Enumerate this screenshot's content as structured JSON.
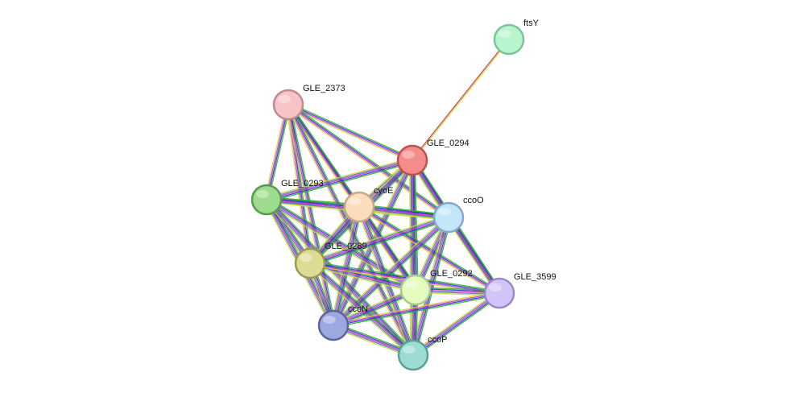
{
  "network": {
    "evidence_colors": [
      "#28b228",
      "#3333cc",
      "#cc33cc",
      "#5577aa",
      "#c8d838"
    ],
    "nodes": [
      {
        "id": "ftsY",
        "label": "ftsY",
        "fill": "#b8f5cf",
        "stroke": "#7ac499"
      },
      {
        "id": "GLE_2373",
        "label": "GLE_2373",
        "fill": "#f7c4c6",
        "stroke": "#c08a8e"
      },
      {
        "id": "GLE_0294",
        "label": "GLE_0294",
        "fill": "#f58c8c",
        "stroke": "#c05050"
      },
      {
        "id": "GLE_0293",
        "label": "GLE_0293",
        "fill": "#9ddc8e",
        "stroke": "#5a9a50"
      },
      {
        "id": "cyoE",
        "label": "cyoE",
        "fill": "#fcdcbc",
        "stroke": "#c8a888"
      },
      {
        "id": "ccoO",
        "label": "ccoO",
        "fill": "#c4e6fa",
        "stroke": "#82aac8"
      },
      {
        "id": "GLE_0289",
        "label": "GLE_0289",
        "fill": "#dcdc94",
        "stroke": "#9a9a58"
      },
      {
        "id": "GLE_0292",
        "label": "GLE_0292",
        "fill": "#e4fcc0",
        "stroke": "#aac890"
      },
      {
        "id": "GLE_3599",
        "label": "GLE_3599",
        "fill": "#d2c4f8",
        "stroke": "#9888c8"
      },
      {
        "id": "ccoN",
        "label": "ccoN",
        "fill": "#9ca8e0",
        "stroke": "#5a64a0"
      },
      {
        "id": "ccoP",
        "label": "ccoP",
        "fill": "#9cdcd2",
        "stroke": "#5aa098"
      }
    ],
    "edges": [
      {
        "source": "ftsY",
        "target": "GLE_0294",
        "colors": [
          "#c8d838",
          "#cc3333"
        ]
      },
      {
        "source": "GLE_2373",
        "target": "GLE_0294",
        "colors": [
          "#28b228",
          "#3333cc",
          "#cc33cc",
          "#c8d838"
        ]
      },
      {
        "source": "GLE_2373",
        "target": "GLE_0293",
        "colors": [
          "#28b228",
          "#3333cc",
          "#cc33cc",
          "#c8d838"
        ]
      },
      {
        "source": "GLE_2373",
        "target": "cyoE",
        "colors": [
          "#28b228",
          "#3333cc",
          "#cc33cc",
          "#c8d838"
        ]
      },
      {
        "source": "GLE_2373",
        "target": "ccoO",
        "colors": [
          "#28b228",
          "#3333cc",
          "#cc33cc",
          "#c8d838"
        ]
      },
      {
        "source": "GLE_2373",
        "target": "GLE_0289",
        "colors": [
          "#28b228",
          "#3333cc",
          "#cc33cc",
          "#c8d838"
        ]
      },
      {
        "source": "GLE_2373",
        "target": "GLE_0292",
        "colors": [
          "#28b228",
          "#3333cc",
          "#cc33cc",
          "#c8d838"
        ]
      },
      {
        "source": "GLE_2373",
        "target": "ccoN",
        "colors": [
          "#28b228",
          "#3333cc",
          "#cc33cc",
          "#c8d838"
        ]
      },
      {
        "source": "GLE_2373",
        "target": "ccoP",
        "colors": [
          "#28b228",
          "#3333cc",
          "#cc33cc",
          "#c8d838"
        ]
      },
      {
        "source": "GLE_0294",
        "target": "GLE_0293",
        "colors": [
          "#28b228",
          "#3333cc",
          "#cc33cc",
          "#5577aa",
          "#c8d838"
        ]
      },
      {
        "source": "GLE_0294",
        "target": "cyoE",
        "colors": [
          "#28b228",
          "#3333cc",
          "#cc33cc",
          "#5577aa",
          "#c8d838"
        ]
      },
      {
        "source": "GLE_0294",
        "target": "ccoO",
        "colors": [
          "#28b228",
          "#3333cc",
          "#cc33cc",
          "#5577aa",
          "#c8d838"
        ]
      },
      {
        "source": "GLE_0294",
        "target": "GLE_0289",
        "colors": [
          "#28b228",
          "#3333cc",
          "#cc33cc",
          "#5577aa",
          "#c8d838"
        ]
      },
      {
        "source": "GLE_0294",
        "target": "GLE_0292",
        "colors": [
          "#28b228",
          "#3333cc",
          "#cc33cc",
          "#5577aa",
          "#c8d838"
        ]
      },
      {
        "source": "GLE_0294",
        "target": "GLE_3599",
        "colors": [
          "#28b228",
          "#3333cc",
          "#cc33cc",
          "#5577aa",
          "#c8d838"
        ]
      },
      {
        "source": "GLE_0294",
        "target": "ccoN",
        "colors": [
          "#28b228",
          "#3333cc",
          "#cc33cc",
          "#5577aa",
          "#c8d838"
        ]
      },
      {
        "source": "GLE_0294",
        "target": "ccoP",
        "colors": [
          "#28b228",
          "#3333cc",
          "#cc33cc",
          "#5577aa",
          "#c8d838"
        ]
      },
      {
        "source": "GLE_0293",
        "target": "cyoE",
        "colors": [
          "#28b228",
          "#3333cc",
          "#cc33cc",
          "#5577aa",
          "#c8d838"
        ]
      },
      {
        "source": "GLE_0293",
        "target": "ccoO",
        "colors": [
          "#28b228",
          "#3333cc",
          "#cc33cc",
          "#5577aa",
          "#c8d838"
        ]
      },
      {
        "source": "GLE_0293",
        "target": "GLE_0289",
        "colors": [
          "#28b228",
          "#3333cc",
          "#cc33cc",
          "#5577aa",
          "#c8d838"
        ]
      },
      {
        "source": "GLE_0293",
        "target": "GLE_0292",
        "colors": [
          "#28b228",
          "#3333cc",
          "#cc33cc",
          "#5577aa",
          "#c8d838"
        ]
      },
      {
        "source": "GLE_0293",
        "target": "ccoN",
        "colors": [
          "#28b228",
          "#3333cc",
          "#cc33cc",
          "#5577aa",
          "#c8d838"
        ]
      },
      {
        "source": "GLE_0293",
        "target": "ccoP",
        "colors": [
          "#28b228",
          "#3333cc",
          "#cc33cc",
          "#5577aa",
          "#c8d838"
        ]
      },
      {
        "source": "cyoE",
        "target": "ccoO",
        "colors": [
          "#28b228",
          "#3333cc",
          "#cc33cc",
          "#5577aa",
          "#c8d838"
        ]
      },
      {
        "source": "cyoE",
        "target": "GLE_0289",
        "colors": [
          "#28b228",
          "#3333cc",
          "#cc33cc",
          "#5577aa",
          "#c8d838"
        ]
      },
      {
        "source": "cyoE",
        "target": "GLE_0292",
        "colors": [
          "#28b228",
          "#3333cc",
          "#cc33cc",
          "#5577aa",
          "#c8d838"
        ]
      },
      {
        "source": "cyoE",
        "target": "GLE_3599",
        "colors": [
          "#28b228",
          "#3333cc",
          "#cc33cc",
          "#c8d838"
        ]
      },
      {
        "source": "cyoE",
        "target": "ccoN",
        "colors": [
          "#28b228",
          "#3333cc",
          "#cc33cc",
          "#5577aa",
          "#c8d838"
        ]
      },
      {
        "source": "cyoE",
        "target": "ccoP",
        "colors": [
          "#28b228",
          "#3333cc",
          "#cc33cc",
          "#5577aa",
          "#c8d838"
        ]
      },
      {
        "source": "ccoO",
        "target": "GLE_0289",
        "colors": [
          "#28b228",
          "#3333cc",
          "#cc33cc",
          "#5577aa",
          "#c8d838"
        ]
      },
      {
        "source": "ccoO",
        "target": "GLE_0292",
        "colors": [
          "#28b228",
          "#3333cc",
          "#cc33cc",
          "#5577aa",
          "#c8d838"
        ]
      },
      {
        "source": "ccoO",
        "target": "GLE_3599",
        "colors": [
          "#28b228",
          "#3333cc",
          "#cc33cc",
          "#5577aa",
          "#c8d838"
        ]
      },
      {
        "source": "ccoO",
        "target": "ccoN",
        "colors": [
          "#28b228",
          "#3333cc",
          "#cc33cc",
          "#5577aa",
          "#c8d838"
        ]
      },
      {
        "source": "ccoO",
        "target": "ccoP",
        "colors": [
          "#28b228",
          "#3333cc",
          "#cc33cc",
          "#5577aa",
          "#c8d838"
        ]
      },
      {
        "source": "GLE_0289",
        "target": "GLE_0292",
        "colors": [
          "#28b228",
          "#3333cc",
          "#cc33cc",
          "#5577aa",
          "#c8d838"
        ]
      },
      {
        "source": "GLE_0289",
        "target": "GLE_3599",
        "colors": [
          "#28b228",
          "#3333cc",
          "#cc33cc",
          "#c8d838"
        ]
      },
      {
        "source": "GLE_0289",
        "target": "ccoN",
        "colors": [
          "#28b228",
          "#3333cc",
          "#cc33cc",
          "#5577aa",
          "#c8d838"
        ]
      },
      {
        "source": "GLE_0289",
        "target": "ccoP",
        "colors": [
          "#28b228",
          "#3333cc",
          "#cc33cc",
          "#5577aa",
          "#c8d838"
        ]
      },
      {
        "source": "GLE_0292",
        "target": "GLE_3599",
        "colors": [
          "#28b228",
          "#3333cc",
          "#cc33cc",
          "#5577aa",
          "#c8d838"
        ]
      },
      {
        "source": "GLE_0292",
        "target": "ccoN",
        "colors": [
          "#28b228",
          "#3333cc",
          "#cc33cc",
          "#5577aa",
          "#c8d838"
        ]
      },
      {
        "source": "GLE_0292",
        "target": "ccoP",
        "colors": [
          "#28b228",
          "#3333cc",
          "#cc33cc",
          "#5577aa",
          "#c8d838"
        ]
      },
      {
        "source": "GLE_3599",
        "target": "ccoN",
        "colors": [
          "#28b228",
          "#3333cc",
          "#cc33cc",
          "#c8d838"
        ]
      },
      {
        "source": "GLE_3599",
        "target": "ccoP",
        "colors": [
          "#28b228",
          "#3333cc",
          "#cc33cc",
          "#5577aa",
          "#c8d838"
        ]
      },
      {
        "source": "ccoN",
        "target": "ccoP",
        "colors": [
          "#28b228",
          "#3333cc",
          "#cc33cc",
          "#5577aa",
          "#c8d838"
        ]
      }
    ]
  }
}
